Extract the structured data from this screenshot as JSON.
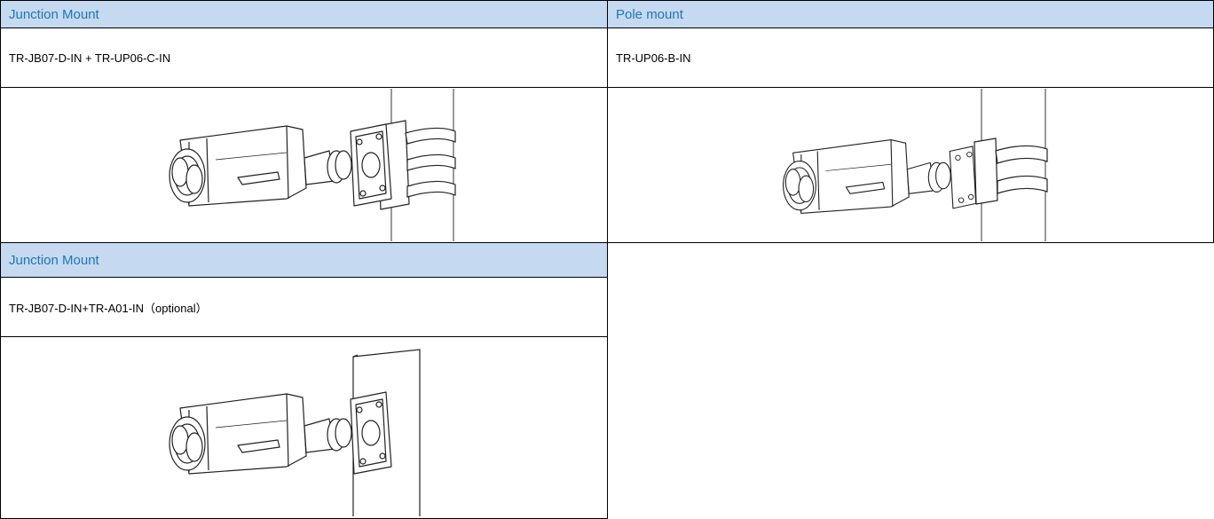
{
  "table": {
    "colors": {
      "header_bg": "#c5d9f1",
      "header_text": "#1f77b4",
      "border": "#000000"
    },
    "rows": [
      {
        "cells": [
          {
            "header": "Junction Mount",
            "model": "TR-JB07-D-IN + TR-UP06-C-IN",
            "illustration": "camera-junction-pole-icon"
          },
          {
            "header": "Pole mount",
            "model": "TR-UP06-B-IN",
            "illustration": "camera-pole-icon"
          }
        ]
      },
      {
        "cells": [
          {
            "header": "Junction Mount",
            "model": "TR-JB07-D-IN+TR-A01-IN（optional）",
            "illustration": "camera-wall-icon"
          }
        ]
      }
    ]
  }
}
